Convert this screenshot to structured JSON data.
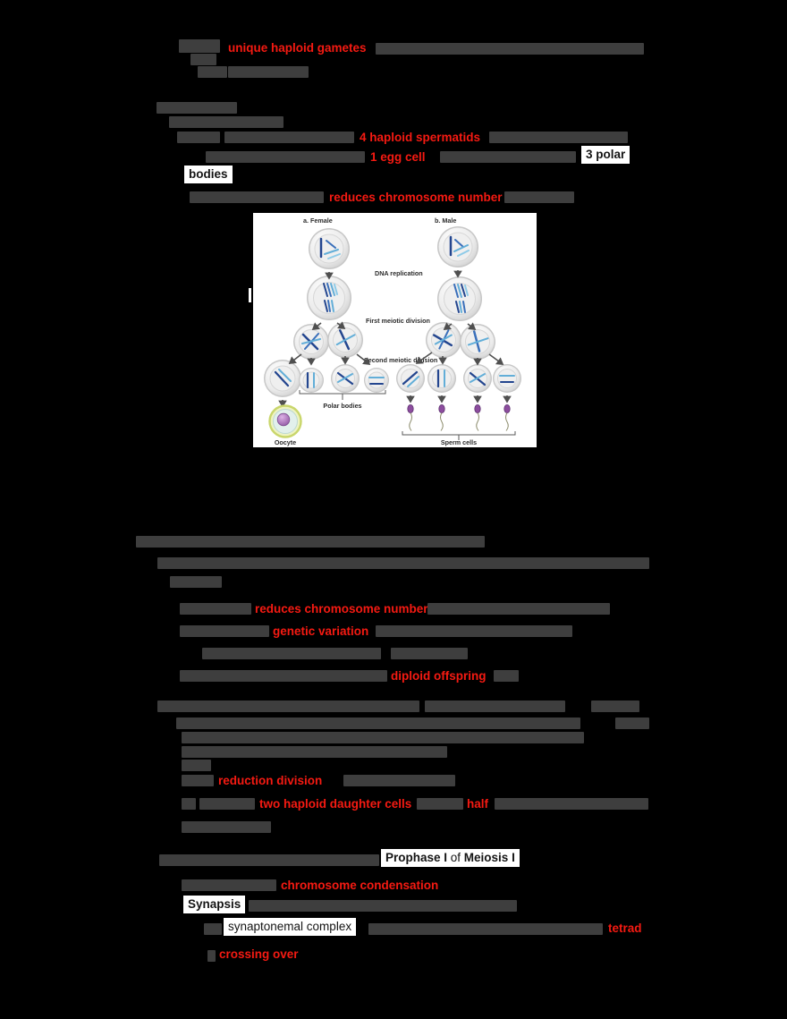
{
  "colors": {
    "page_bg": "#000000",
    "redacted": "#3e3e3e",
    "accent_red": "#f51a12",
    "highlight_bg": "#ffffff",
    "highlight_text": "#141414"
  },
  "content": {
    "intro": {
      "red": "unique haploid gametes"
    },
    "gametes": {
      "male_red": "4 haploid spermatids",
      "egg_red": "1 egg cell",
      "polar_a": "3 polar",
      "polar_b": "bodies",
      "reduce_red": "reduces chromosome number"
    },
    "importance": {
      "reduce_red": "reduces chromosome number",
      "variation_red": "genetic variation",
      "offspring_red": "diploid offspring"
    },
    "meiosis1": {
      "reduction_red": "reduction division",
      "daughters_red": "two haploid daughter cells",
      "half_red": "half"
    },
    "prophase1": {
      "phase_bold_a": "Prophase I",
      "phase_mid": " of ",
      "phase_bold_b": "Meiosis I",
      "condense_red": "chromosome condensation",
      "synapsis": "Synapsis",
      "complex": "synaptonemal complex",
      "tetrad_red": "tetrad",
      "crossover_red": "crossing over"
    }
  },
  "figure": {
    "panel_a": "a. Female",
    "panel_b": "b. Male",
    "label_dna": "DNA replication",
    "label_first": "First meiotic division",
    "label_second": "Second meiotic division",
    "label_polar": "Polar bodies",
    "label_oocyte": "Oocyte",
    "label_sperm": "Sperm cells"
  }
}
